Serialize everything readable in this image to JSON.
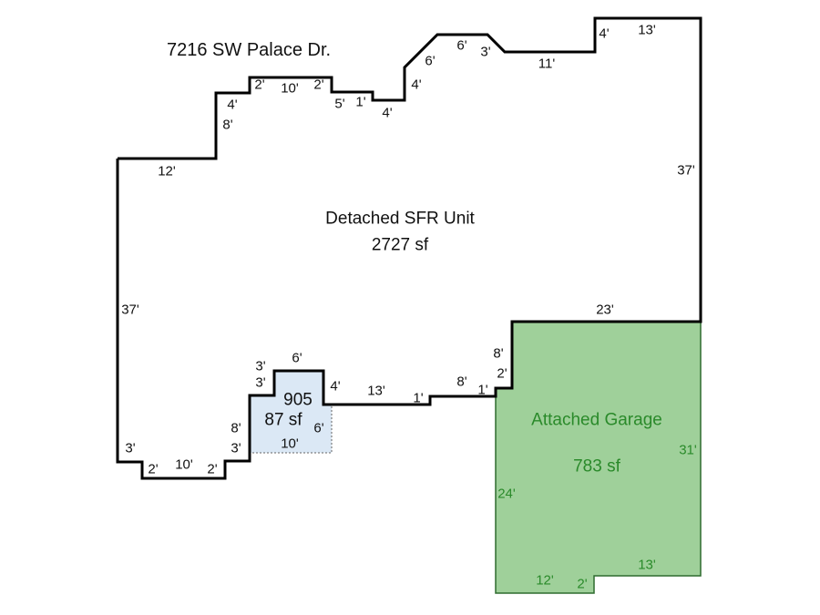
{
  "address": "7216 SW Palace Dr.",
  "colors": {
    "outline": "#000000",
    "garage_fill": "#9fd09a",
    "garage_border": "#2f6b2f",
    "garage_text": "#2a8a2a",
    "porch_fill": "#dbe8f5"
  },
  "main_area": {
    "name": "Detached SFR Unit",
    "area": "2727 sf"
  },
  "porch_area": {
    "code": "905",
    "area": "87 sf"
  },
  "garage_area": {
    "name": "Attached Garage",
    "area": "783 sf"
  },
  "main_dims": [
    "2'",
    "10'",
    "2'",
    "4'",
    "8'",
    "5'",
    "1'",
    "4'",
    "4'",
    "6'",
    "6'",
    "3'",
    "11'",
    "4'",
    "13'",
    "37'",
    "12'",
    "37'",
    "23'",
    "8'",
    "2'",
    "1'",
    "8'",
    "1'",
    "13'",
    "4'",
    "3'",
    "2'",
    "10'",
    "2'",
    "8'",
    "3'"
  ],
  "porch_dims": [
    "6'",
    "3'",
    "3'",
    "6'",
    "10'"
  ],
  "garage_dims": [
    "31'",
    "24'",
    "12'",
    "2'",
    "13'"
  ]
}
